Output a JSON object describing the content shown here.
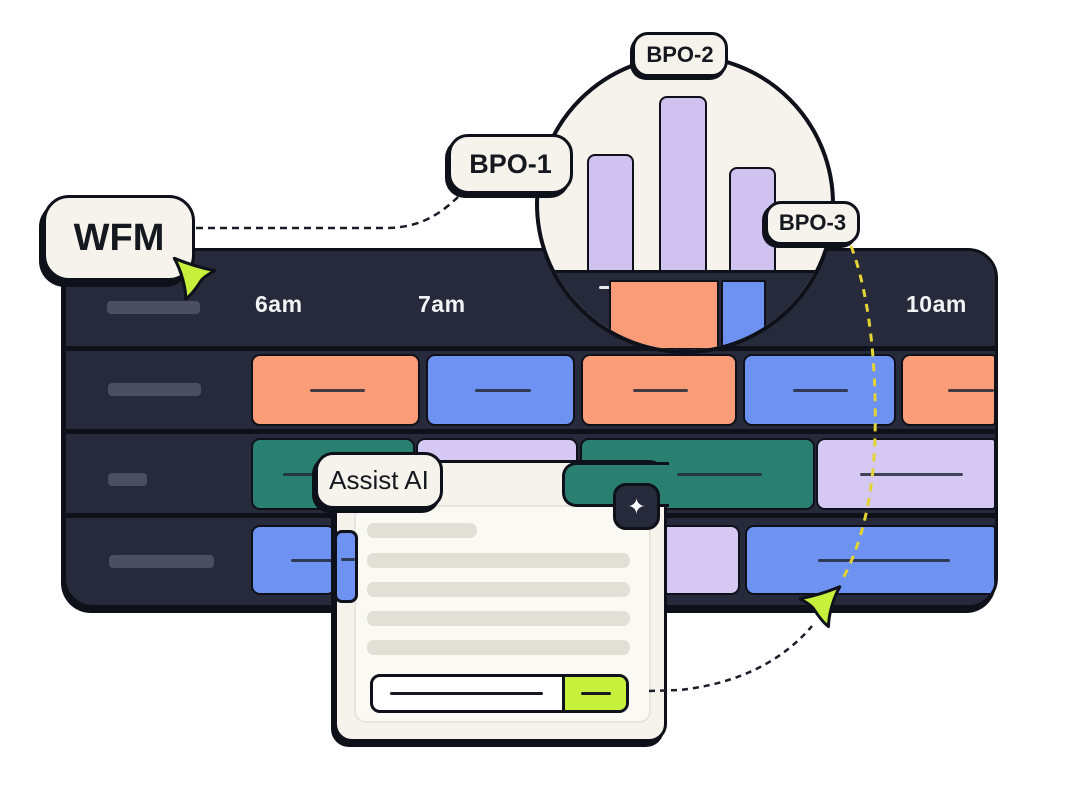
{
  "background": "#ffffff",
  "colors": {
    "background": "#ffffff",
    "panel": "#262a3a",
    "panel-line": "#0f111a",
    "placeholder": "#4b4f5f",
    "header-text": "#f3f3f5",
    "orange": "#f99c77",
    "blue": "#6d92f1",
    "teal": "#2a8070",
    "lavender": "#d5c8f3",
    "bar-lavender": "#cfc2f0",
    "cream": "#f5f3ec",
    "card-inner": "#faf9f4",
    "content-bar": "#e2dfd7",
    "lime": "#c7f03c",
    "yellow-line": "#e3d334",
    "band-dash": "#e9e9ee",
    "ink": "#16181f"
  },
  "badges": {
    "wfm": "WFM",
    "bpo1": "BPO-1",
    "bpo2": "BPO-2",
    "bpo3": "BPO-3",
    "assist_ai": "Assist AI"
  },
  "icons": {
    "sparkle": "✦"
  },
  "schedule": {
    "times": [
      "6am",
      "7am",
      "10am"
    ],
    "rows": [
      {
        "blocks": [
          "orange",
          "blue",
          "orange",
          "blue",
          "orange"
        ]
      },
      {
        "blocks": [
          "teal",
          "lavender",
          "teal",
          "lavender"
        ]
      },
      {
        "blocks": [
          "blue",
          "lavender",
          "blue"
        ]
      }
    ]
  },
  "overlays": {
    "shift_teal": "teal",
    "shift_blue": "blue",
    "magnifier_blocks": [
      "orange",
      "blue"
    ]
  },
  "card": {
    "skeleton_lines": 5,
    "has_input": true
  },
  "chart_data": {
    "type": "bar",
    "categories": [
      "BPO-1",
      "BPO-2",
      "BPO-3"
    ],
    "values": [
      67,
      100,
      60
    ],
    "ylim": [
      0,
      100
    ],
    "title": "",
    "xlabel": "",
    "ylabel": "",
    "legend": "none",
    "grid": false
  }
}
